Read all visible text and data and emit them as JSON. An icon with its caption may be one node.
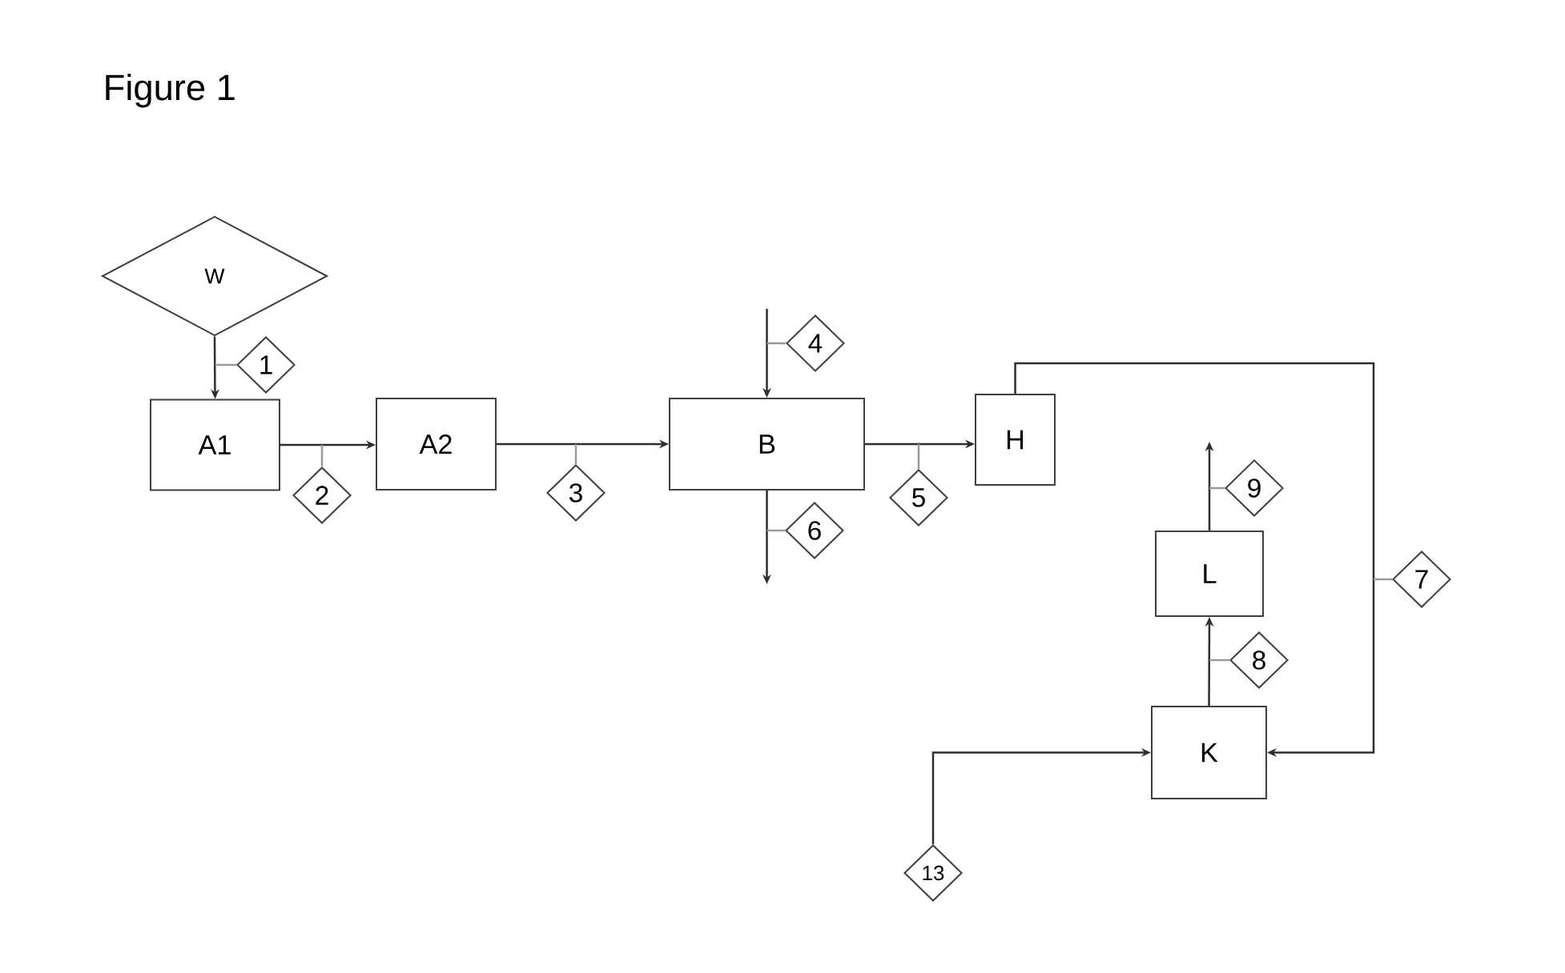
{
  "diagram": {
    "title": "Figure 1",
    "nodes": [
      {
        "text": [
          "W"
        ]
      },
      {
        "text": [
          "1"
        ]
      },
      {
        "text": [
          "A1"
        ]
      },
      {
        "text": [
          "2"
        ]
      },
      {
        "text": [
          "A2"
        ]
      },
      {
        "text": [
          "3"
        ]
      },
      {
        "text": [
          "4"
        ]
      },
      {
        "text": [
          "B"
        ]
      },
      {
        "text": [
          "5"
        ]
      },
      {
        "text": [
          "6"
        ]
      },
      {
        "text": [
          "H"
        ]
      },
      {
        "text": [
          "7"
        ]
      },
      {
        "text": [
          "L"
        ]
      },
      {
        "text": [
          "9"
        ]
      },
      {
        "text": [
          "8"
        ]
      },
      {
        "text": [
          "K"
        ]
      },
      {
        "text": [
          "13"
        ]
      }
    ],
    "edges": [
      {
        "from": 0,
        "to": 2,
        "arrow": "to"
      },
      {
        "from": 2,
        "to": 4,
        "arrow": "to"
      },
      {
        "from": 4,
        "to": 7,
        "arrow": "to"
      },
      {
        "from": null,
        "to": 7,
        "arrow": "to"
      },
      {
        "from": 7,
        "to": 10,
        "arrow": "to"
      },
      {
        "from": 7,
        "to": null,
        "arrow": "to"
      },
      {
        "from": 10,
        "to": 15,
        "arrow": "to"
      },
      {
        "from": 15,
        "to": 12,
        "arrow": "to"
      },
      {
        "from": 12,
        "to": null,
        "arrow": "to"
      },
      {
        "from": 16,
        "to": 15,
        "arrow": "to"
      },
      {
        "from": 1,
        "to": null,
        "arrow": "none",
        "color": "#9a9a9a"
      },
      {
        "from": 3,
        "to": null,
        "arrow": "none",
        "color": "#9a9a9a"
      },
      {
        "from": 5,
        "to": null,
        "arrow": "none",
        "color": "#9a9a9a"
      },
      {
        "from": 6,
        "to": null,
        "arrow": "none",
        "color": "#9a9a9a"
      },
      {
        "from": 8,
        "to": null,
        "arrow": "none",
        "color": "#9a9a9a"
      },
      {
        "from": 9,
        "to": null,
        "arrow": "none",
        "color": "#9a9a9a"
      },
      {
        "from": 11,
        "to": null,
        "arrow": "none",
        "color": "#9a9a9a"
      },
      {
        "from": 13,
        "to": null,
        "arrow": "none",
        "color": "#9a9a9a"
      },
      {
        "from": 14,
        "to": null,
        "arrow": "none",
        "color": "#9a9a9a"
      }
    ]
  }
}
